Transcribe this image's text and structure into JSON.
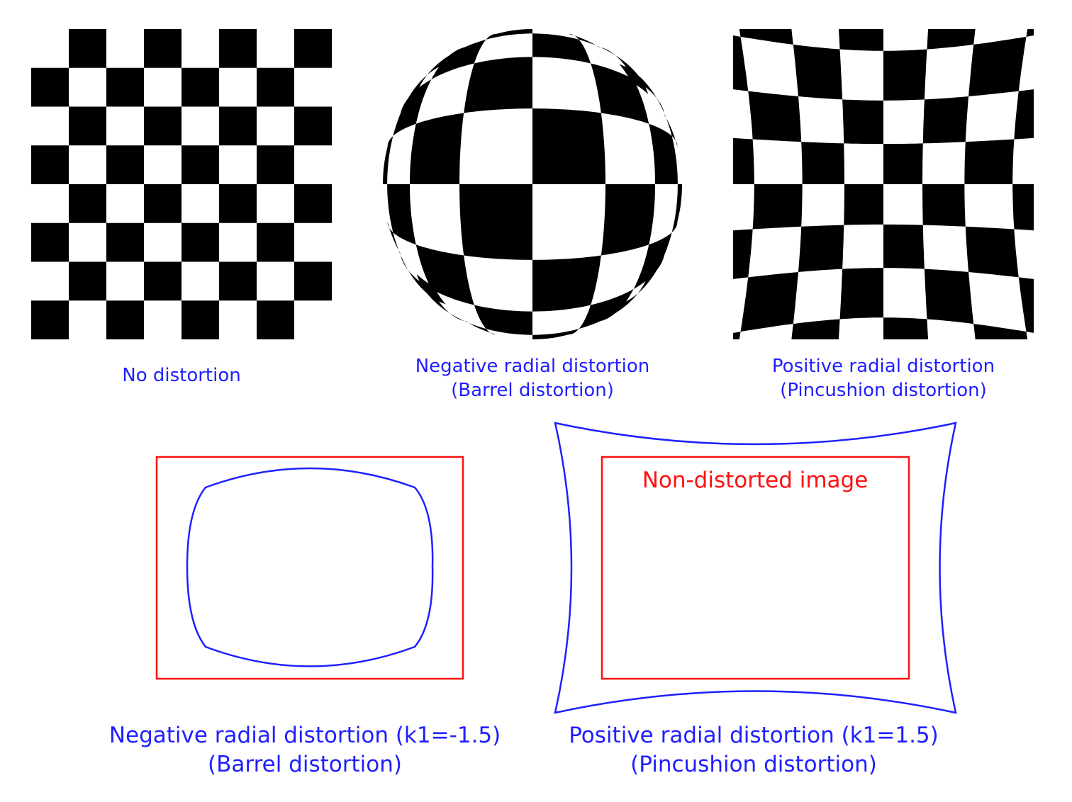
{
  "colors": {
    "label": "#1f1fff",
    "frame": "#ff1010",
    "checker": "#000000"
  },
  "checkerboards": [
    {
      "id": "none",
      "caption": [
        "No distortion"
      ],
      "grid": 8,
      "distortion": "none"
    },
    {
      "id": "barrel",
      "caption": [
        "Negative radial distortion",
        "(Barrel distortion)"
      ],
      "grid": 8,
      "distortion": "barrel"
    },
    {
      "id": "pincushion",
      "caption": [
        "Positive radial distortion",
        "(Pincushion distortion)"
      ],
      "grid": 8,
      "distortion": "pincushion"
    }
  ],
  "outlines": {
    "barrel_caption": [
      "Negative radial distortion (k1=-1.5)",
      "(Barrel distortion)"
    ],
    "pincushion_caption": [
      "Positive radial distortion (k1=1.5)",
      "(Pincushion distortion)"
    ],
    "frame_label": "Non-distorted image"
  }
}
